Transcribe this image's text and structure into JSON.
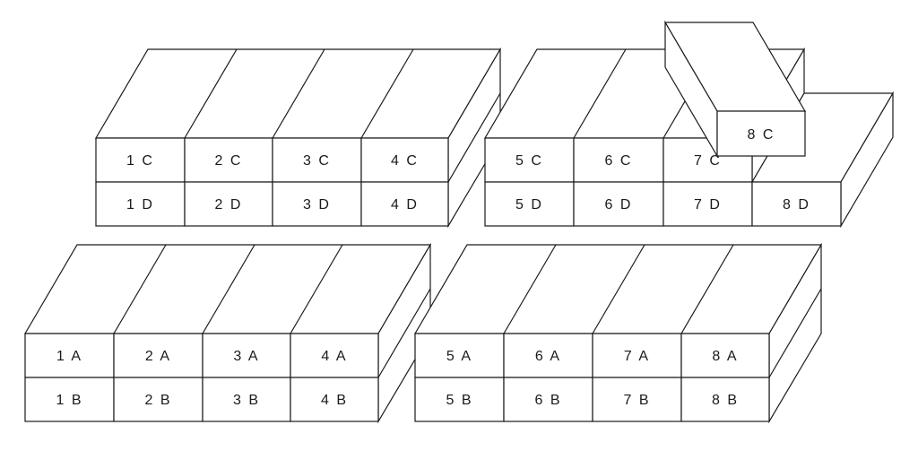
{
  "diagram": {
    "groups": [
      {
        "id": "top-left",
        "rows": [
          [
            "1 C",
            "2 C",
            "3 C",
            "4 C"
          ],
          [
            "1 D",
            "2 D",
            "3 D",
            "4 D"
          ]
        ]
      },
      {
        "id": "top-right",
        "rows": [
          [
            "5 C",
            "6 C",
            "7 C"
          ],
          [
            "5 D",
            "6 D",
            "7 D",
            "8 D"
          ]
        ]
      },
      {
        "id": "bottom-left",
        "rows": [
          [
            "1 A",
            "2 A",
            "3 A",
            "4 A"
          ],
          [
            "1 B",
            "2 B",
            "3 B",
            "4 B"
          ]
        ]
      },
      {
        "id": "bottom-right",
        "rows": [
          [
            "5 A",
            "6 A",
            "7 A",
            "8 A"
          ],
          [
            "5 B",
            "6 B",
            "7 B",
            "8 B"
          ]
        ]
      }
    ],
    "loose_block": "8 C",
    "line_color": "#1a1a1a",
    "fill_color": "#ffffff"
  }
}
